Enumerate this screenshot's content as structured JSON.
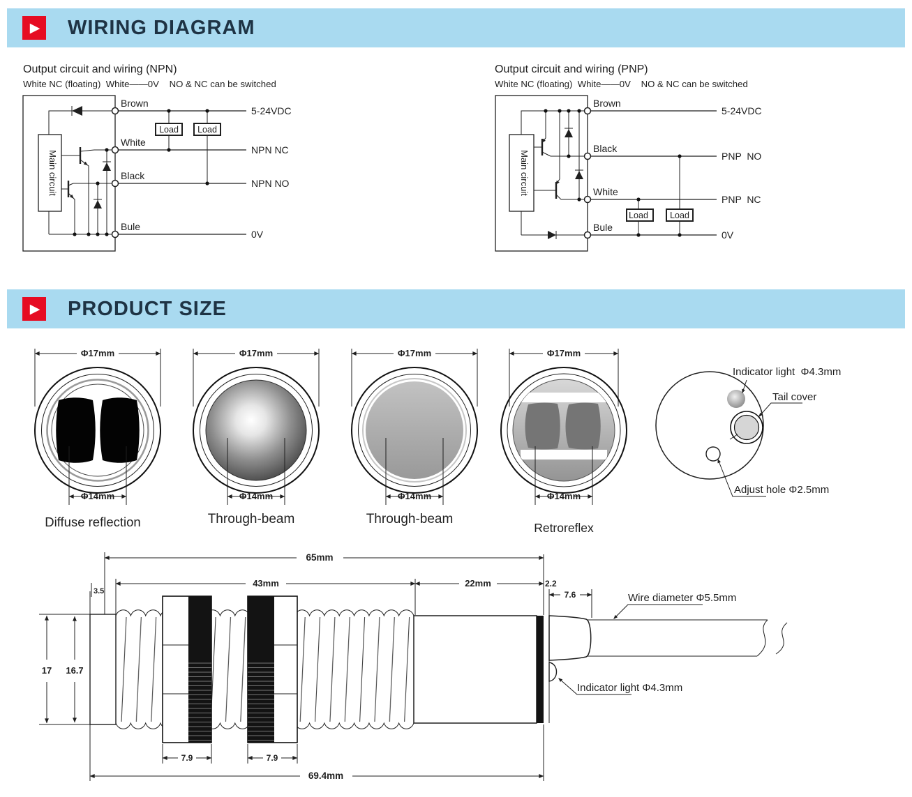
{
  "banners": {
    "wiring": "WIRING DIAGRAM",
    "product_size": "PRODUCT SIZE"
  },
  "theme": {
    "banner_bg": "#a9daf0",
    "banner_text": "#1e3344",
    "accent_red": "#e60c22",
    "ink": "#1f1f1f"
  },
  "wiring": {
    "npn": {
      "heading": "Output circuit and wiring (NPN)",
      "subheading": "White NC (floating)  White——0V    NO & NC can be switched",
      "main_circuit_label": "Main circuit",
      "load_label": "Load",
      "wires": [
        {
          "name": "Brown",
          "terminal": "5-24VDC"
        },
        {
          "name": "White",
          "terminal": "NPN NC"
        },
        {
          "name": "Black",
          "terminal": "NPN NO"
        },
        {
          "name": "Bule",
          "terminal": "0V"
        }
      ]
    },
    "pnp": {
      "heading": "Output circuit and wiring (PNP)",
      "subheading": "White NC (floating)  White——0V    NO & NC can be switched",
      "main_circuit_label": "Main circuit",
      "load_label": "Load",
      "wires": [
        {
          "name": "Brown",
          "terminal": "5-24VDC"
        },
        {
          "name": "Black",
          "terminal": "PNP  NO"
        },
        {
          "name": "White",
          "terminal": "PNP  NC"
        },
        {
          "name": "Bule",
          "terminal": "0V"
        }
      ]
    }
  },
  "faces": {
    "dim_outer": "Φ17mm",
    "dim_inner": "Φ14mm",
    "labels": [
      "Diffuse reflection",
      "Through-beam",
      "Through-beam",
      "Retroreflex"
    ],
    "back": {
      "indicator": "Indicator light  Φ4.3mm",
      "tail": "Tail cover",
      "adjust": "Adjust hole Φ2.5mm"
    }
  },
  "dims": {
    "d65": "65mm",
    "d43": "43mm",
    "d22": "22mm",
    "d22_gap": "2.2",
    "d35": "3.5",
    "d76": "7.6",
    "d79": "7.9",
    "d17": "17",
    "d167": "16.7",
    "d694": "69.4mm",
    "wire_label": "Wire diameter Φ5.5mm",
    "indicator_label": "Indicator light Φ4.3mm"
  }
}
